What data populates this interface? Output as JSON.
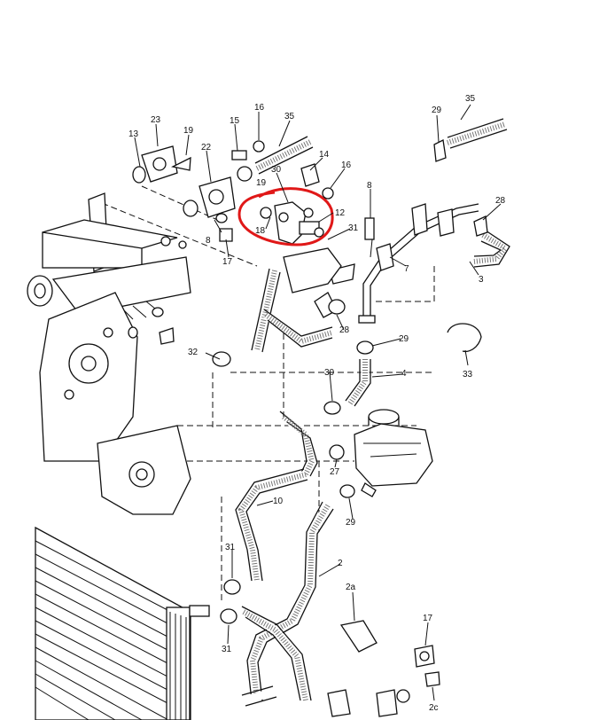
{
  "diagram": {
    "part_numbers": [
      "35",
      "29",
      "35",
      "16",
      "15",
      "19",
      "23",
      "13",
      "22",
      "30",
      "14",
      "16",
      "19",
      "8",
      "28",
      "18",
      "12",
      "31",
      "8",
      "17",
      "7",
      "3",
      "32",
      "29",
      "33",
      "28",
      "4",
      "30",
      "27",
      "10",
      "29",
      "31",
      "2",
      "2a",
      "31",
      "17",
      "2c"
    ],
    "colors": {
      "line": "#111111",
      "highlight": "#e01818",
      "background": "#ffffff"
    },
    "highlight_target": "part-30-flange"
  }
}
